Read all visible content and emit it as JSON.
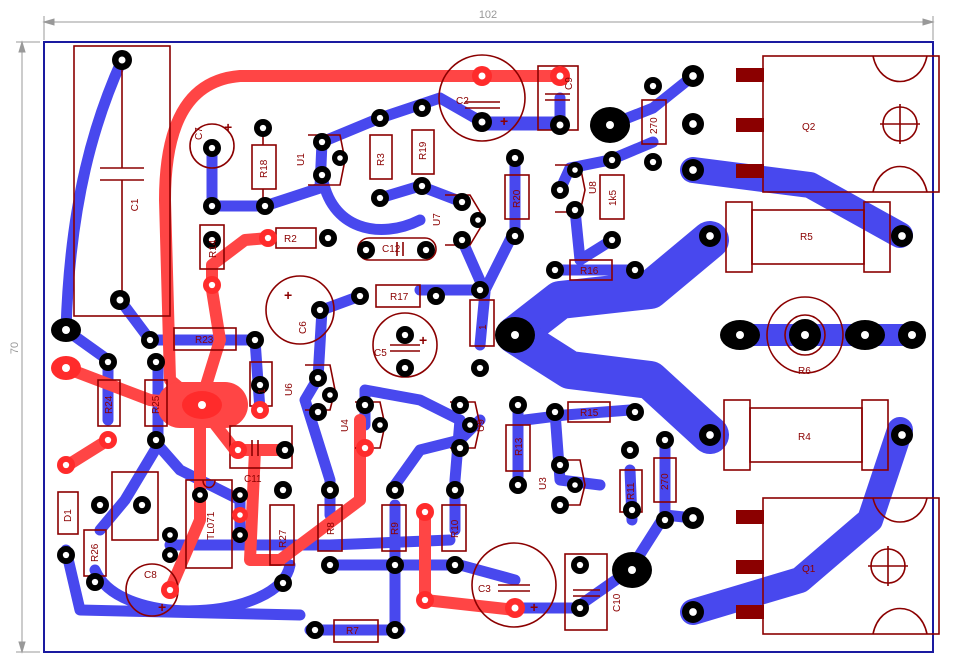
{
  "dimensions": {
    "width_label": "102",
    "height_label": "70"
  },
  "colors": {
    "board_outline": "#1a1aa0",
    "top_copper": "#ff4545",
    "bottom_copper": "#4848ee",
    "silkscreen": "#8b0000",
    "pad": "#000000",
    "dimension_line": "#999999"
  },
  "components": [
    {
      "id": "c1",
      "label": "C1"
    },
    {
      "id": "c2",
      "label": "C2"
    },
    {
      "id": "c3",
      "label": "C3"
    },
    {
      "id": "c5",
      "label": "C5"
    },
    {
      "id": "c6",
      "label": "C6"
    },
    {
      "id": "c7",
      "label": "C7"
    },
    {
      "id": "c8",
      "label": "C8"
    },
    {
      "id": "c9",
      "label": "C9"
    },
    {
      "id": "c10",
      "label": "C10"
    },
    {
      "id": "c11",
      "label": "C11"
    },
    {
      "id": "c12",
      "label": "C12"
    },
    {
      "id": "r2",
      "label": "R2"
    },
    {
      "id": "r3",
      "label": "R3"
    },
    {
      "id": "r4",
      "label": "R4"
    },
    {
      "id": "r5",
      "label": "R5"
    },
    {
      "id": "r6",
      "label": "R6"
    },
    {
      "id": "r7",
      "label": "R7"
    },
    {
      "id": "r8",
      "label": "R8"
    },
    {
      "id": "r9",
      "label": "R9"
    },
    {
      "id": "r10",
      "label": "R10"
    },
    {
      "id": "r11",
      "label": "R11"
    },
    {
      "id": "r13",
      "label": "R13"
    },
    {
      "id": "r14",
      "label": "R14"
    },
    {
      "id": "r15",
      "label": "R15"
    },
    {
      "id": "r16",
      "label": "R16"
    },
    {
      "id": "r17",
      "label": "R17"
    },
    {
      "id": "r18",
      "label": "R18"
    },
    {
      "id": "r19",
      "label": "R19"
    },
    {
      "id": "r20",
      "label": "R20"
    },
    {
      "id": "r23",
      "label": "R23"
    },
    {
      "id": "r24",
      "label": "R24"
    },
    {
      "id": "r25",
      "label": "R25"
    },
    {
      "id": "r26",
      "label": "R26"
    },
    {
      "id": "r27",
      "label": "R27"
    },
    {
      "id": "r270a",
      "label": "270"
    },
    {
      "id": "r270b",
      "label": "270"
    },
    {
      "id": "r1k5",
      "label": "1k5"
    },
    {
      "id": "u1",
      "label": "U1"
    },
    {
      "id": "u3",
      "label": "U3"
    },
    {
      "id": "u4",
      "label": "U4"
    },
    {
      "id": "u6",
      "label": "U6"
    },
    {
      "id": "u7",
      "label": "U7"
    },
    {
      "id": "u8",
      "label": "U8"
    },
    {
      "id": "u9",
      "label": "U9"
    },
    {
      "id": "q1",
      "label": "Q1"
    },
    {
      "id": "q2",
      "label": "Q2"
    },
    {
      "id": "d1",
      "label": "D1"
    },
    {
      "id": "ic",
      "label": "TL071"
    },
    {
      "id": "r12",
      "label": "1"
    },
    {
      "id": "r1",
      "label": "1"
    }
  ]
}
